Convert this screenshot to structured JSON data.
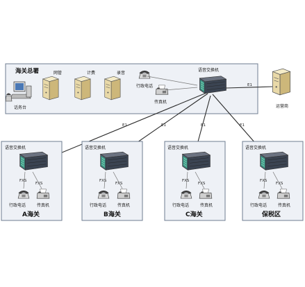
{
  "hq": {
    "title": "海关总署",
    "console_label": "话务台",
    "server_labels": [
      "网管",
      "计费",
      "录音"
    ],
    "phone_label": "行政电话",
    "fax_label": "传真机",
    "switch_label": "语音交换机"
  },
  "operator": {
    "label": "运营商"
  },
  "link_labels": {
    "e1": "E1"
  },
  "branch_common": {
    "switch_label": "语音交换机",
    "port_label": "FXS",
    "phone_label": "行政电话",
    "fax_label": "传真机"
  },
  "branches": [
    {
      "name": "A海关"
    },
    {
      "name": "B海关"
    },
    {
      "name": "C海关"
    },
    {
      "name": "保税区"
    }
  ],
  "colors": {
    "box_fill": "#eef1f6",
    "box_stroke": "#6f7d90",
    "switch_body": "#4b5563",
    "switch_panel": "#3f9d86",
    "server_body": "#e9d9a8"
  }
}
